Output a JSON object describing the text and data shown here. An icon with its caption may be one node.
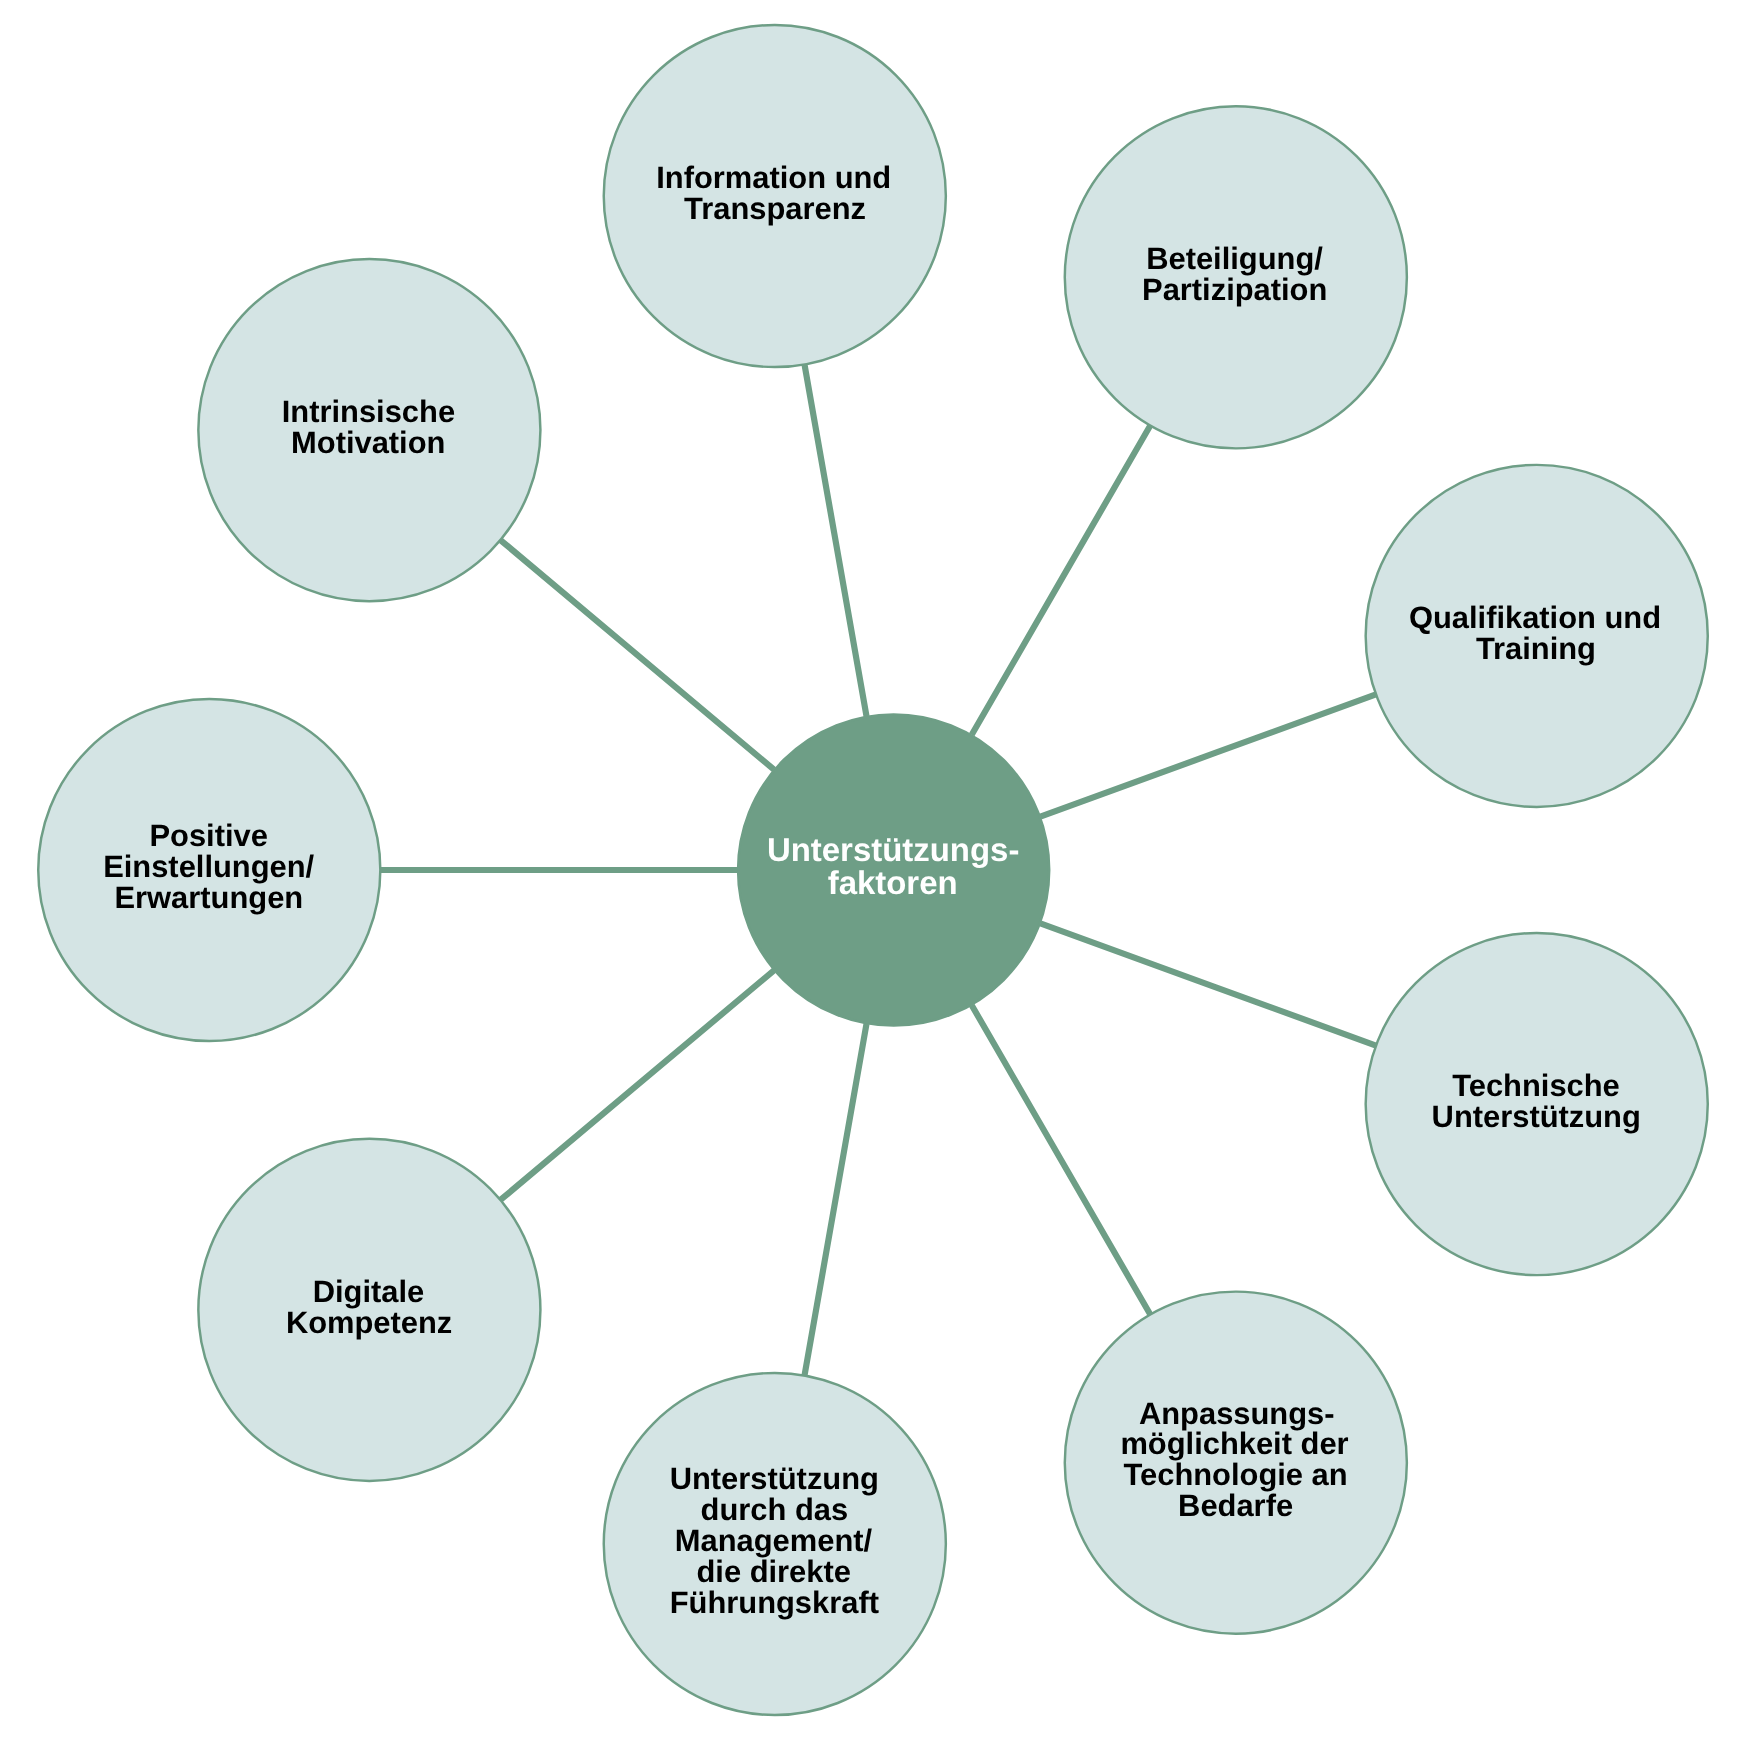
{
  "diagram": {
    "nodes": [
      {
        "text": [
          "Unterstützungs-faktoren"
        ]
      },
      {
        "text": [
          "Information und Transparenz"
        ]
      },
      {
        "text": [
          "Beteiligung/Partizipation"
        ]
      },
      {
        "text": [
          "Qualifikation und Training"
        ]
      },
      {
        "text": [
          "Technische Unterstützung"
        ]
      },
      {
        "text": [
          "Anpassungs-möglichkeit der Technologie an Bedarfe"
        ]
      },
      {
        "text": [
          "Unterstützung durch das Management/die direkte Führungskraft"
        ]
      },
      {
        "text": [
          "Digitale Kompetenz"
        ]
      },
      {
        "text": [
          "Positive Einstellungen/Erwartungen"
        ]
      },
      {
        "text": [
          "Intrinsische Motivation"
        ]
      }
    ],
    "edges": [
      {
        "from": 0,
        "to": 1,
        "arrow": "none"
      },
      {
        "from": 0,
        "to": 2,
        "arrow": "none"
      },
      {
        "from": 0,
        "to": 3,
        "arrow": "none"
      },
      {
        "from": 0,
        "to": 4,
        "arrow": "none"
      },
      {
        "from": 0,
        "to": 5,
        "arrow": "none"
      },
      {
        "from": 0,
        "to": 6,
        "arrow": "none"
      },
      {
        "from": 0,
        "to": 7,
        "arrow": "none"
      },
      {
        "from": 0,
        "to": 8,
        "arrow": "none"
      },
      {
        "from": 0,
        "to": 9,
        "arrow": "none"
      }
    ]
  }
}
